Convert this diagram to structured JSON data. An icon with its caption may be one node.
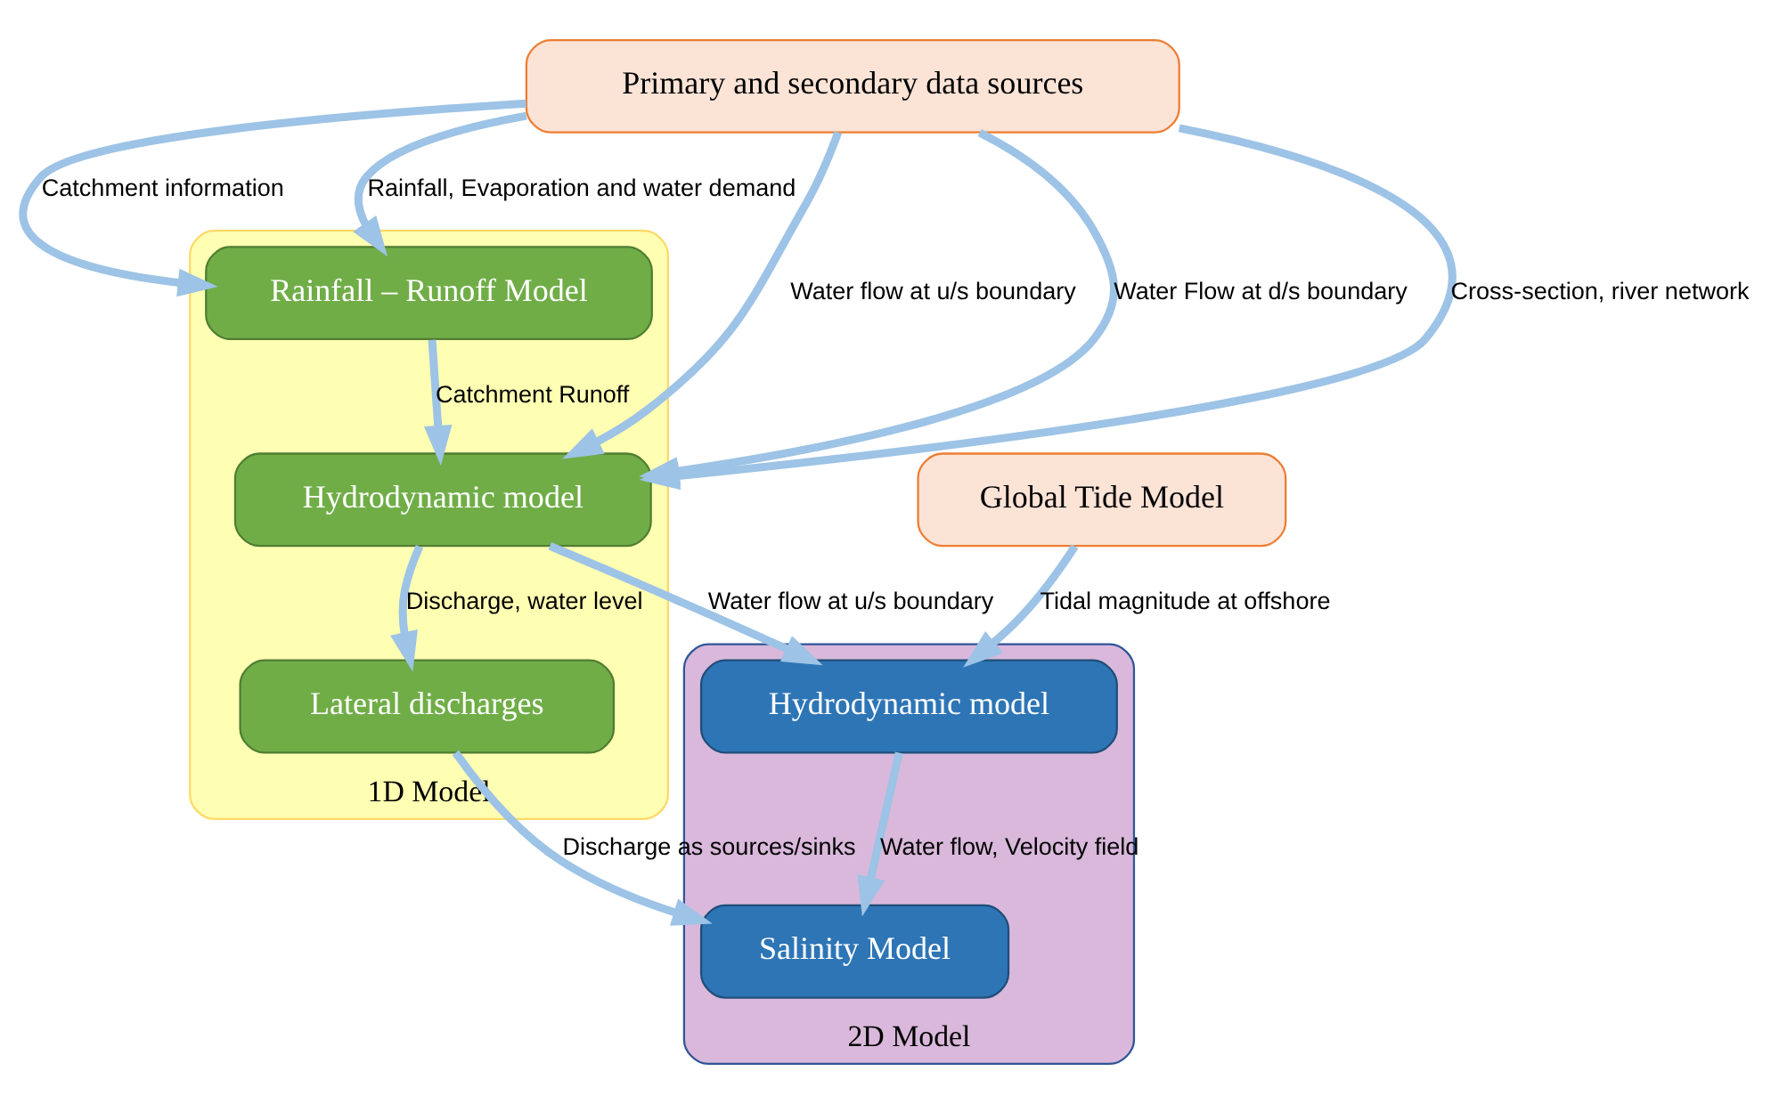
{
  "diagram": {
    "nodes": [
      {
        "text": [
          "Primary and secondary data sources"
        ]
      },
      {
        "text": [
          "1D Model"
        ]
      },
      {
        "text": [
          "Rainfall – Runoff Model"
        ],
        "in": 1
      },
      {
        "text": [
          "Hydrodynamic model"
        ],
        "in": 1
      },
      {
        "text": [
          "Lateral discharges"
        ],
        "in": 1
      },
      {
        "text": [
          "Global Tide Model"
        ]
      },
      {
        "text": [
          "2D Model"
        ]
      },
      {
        "text": [
          "Hydrodynamic model"
        ],
        "in": 6
      },
      {
        "text": [
          "Salinity Model"
        ],
        "in": 6
      }
    ],
    "edges": [
      {
        "from": 0,
        "to": 2,
        "arrow": "to",
        "label": "Catchment information"
      },
      {
        "from": 0,
        "to": 2,
        "arrow": "to",
        "label": "Rainfall, Evaporation and water demand"
      },
      {
        "from": 2,
        "to": 3,
        "arrow": "to",
        "label": "Catchment Runoff"
      },
      {
        "from": 0,
        "to": 3,
        "arrow": "to",
        "label": "Water flow at u/s boundary"
      },
      {
        "from": 0,
        "to": 3,
        "arrow": "to",
        "label": "Water Flow at d/s boundary"
      },
      {
        "from": 0,
        "to": 3,
        "arrow": "to",
        "label": "Cross-section, river network"
      },
      {
        "from": 3,
        "to": 4,
        "arrow": "to",
        "label": "Discharge, water level"
      },
      {
        "from": 3,
        "to": 7,
        "arrow": "to",
        "label": "Water flow at u/s boundary"
      },
      {
        "from": 4,
        "to": 8,
        "arrow": "to",
        "label": "Discharge as sources/sinks"
      },
      {
        "from": 5,
        "to": 7,
        "arrow": "to",
        "label": "Tidal magnitude at offshore"
      },
      {
        "from": 7,
        "to": 8,
        "arrow": "to",
        "label": "Water flow, Velocity field"
      }
    ]
  }
}
